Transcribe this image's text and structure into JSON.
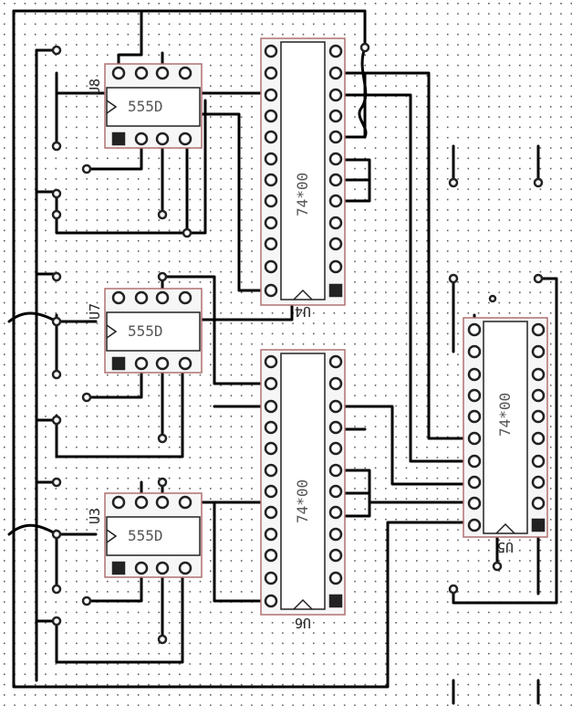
{
  "components": [
    {
      "ref": "U8",
      "value": "555D"
    },
    {
      "ref": "U7",
      "value": "555D"
    },
    {
      "ref": "U3",
      "value": "555D"
    },
    {
      "ref": "U4",
      "value": "74*00"
    },
    {
      "ref": "U6",
      "value": "74*00"
    },
    {
      "ref": "U5",
      "value": "74*00"
    }
  ],
  "colors": {
    "trace": "#000000",
    "pad": "#1a1a1a",
    "pad_hole": "#ffffff",
    "outline": "#b07070",
    "grid_dot": "#5a5a5a",
    "body": "#f4f4f4"
  }
}
